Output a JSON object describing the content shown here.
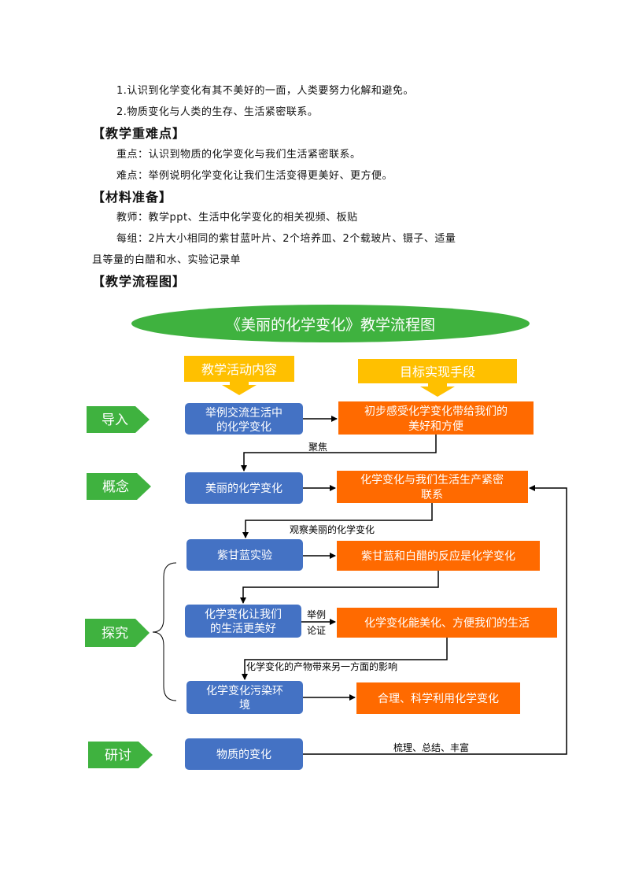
{
  "doc": {
    "goal_1": "1.认识到化学变化有其不美好的一面，人类要努力化解和避免。",
    "goal_2": "2.物质变化与人类的生存、生活紧密联系。",
    "heading_key": "【教学重难点】",
    "key_point": "重点：认识到物质的化学变化与我们生活紧密联系。",
    "difficult_point": "难点：举例说明化学变化让我们生活变得更美好、更方便。",
    "heading_materials": "【材料准备】",
    "teacher_materials": "教师：教学ppt、生活中化学变化的相关视频、板贴",
    "group_materials_1": "每组：2片大小相同的紫甘蓝叶片、2个培养皿、2个载玻片、镊子、适量",
    "group_materials_2": "且等量的白醋和水、实验记录单",
    "heading_flowchart": "【教学流程图】"
  },
  "flowchart": {
    "title": "《美丽的化学变化》教学流程图",
    "col_left_header": "教学活动内容",
    "col_right_header": "目标实现手段",
    "stages": {
      "intro": "导入",
      "concept": "概念",
      "explore": "探究",
      "discuss": "研讨"
    },
    "left_boxes": {
      "b1_line1": "举例交流生活中",
      "b1_line2": "的化学变化",
      "b2": "美丽的化学变化",
      "b3": "紫甘蓝实验",
      "b4_line1": "化学变化让我们",
      "b4_line2": "的生活更美好",
      "b5_line1": "化学变化污染环",
      "b5_line2": "境",
      "b6": "物质的变化"
    },
    "right_boxes": {
      "r1_line1": "初步感受化学变化带给我们的",
      "r1_line2": "美好和方便",
      "r2_line1": "化学变化与我们生活生产紧密",
      "r2_line2": "联系",
      "r3": "紫甘蓝和白醋的反应是化学变化",
      "r4": "化学变化能美化、方便我们的生活",
      "r5": "合理、科学利用化学变化"
    },
    "connectors": {
      "focus": "聚焦",
      "observe": "观察美丽的化学变化",
      "example_1": "举例",
      "example_2": "论证",
      "other_side": "化学变化的产物带来另一方面的影响",
      "summary": "梳理、总结、丰富"
    },
    "colors": {
      "ellipse": "#3fb23f",
      "header_box": "#ffc000",
      "blue_box": "#4472c4",
      "orange_box": "#ff6a00",
      "green_arrow": "#3fb23f"
    }
  }
}
